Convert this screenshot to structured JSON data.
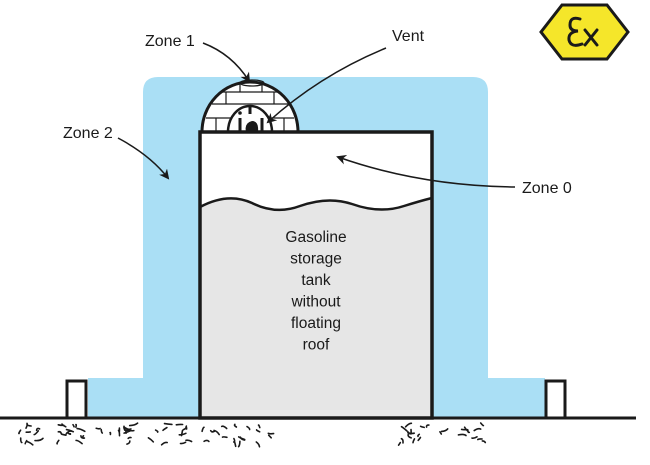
{
  "labels": {
    "zone_1": "Zone 1",
    "zone_2": "Zone 2",
    "zone_0": "Zone 0",
    "vent": "Vent"
  },
  "tank_label_lines": [
    "Gasoline",
    "storage",
    "tank",
    "without",
    "floating",
    "roof"
  ],
  "badge": {
    "text": "Ex",
    "icon": "atex-ex-hexagon-icon",
    "fill": "#f5e62a",
    "stroke": "#1a1a1a"
  },
  "colors": {
    "zone_2_fill": "#aadff5",
    "tank_liquid_fill": "#e6e6e6",
    "tank_vapor_fill": "#ffffff",
    "outline": "#1a1a1a"
  }
}
